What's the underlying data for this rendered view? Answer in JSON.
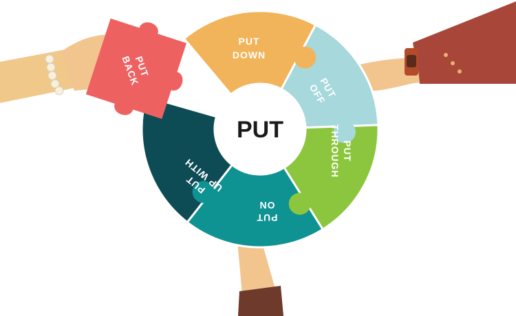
{
  "center": {
    "label": "PUT"
  },
  "pieces": {
    "put_down": {
      "line1": "PUT",
      "line2": "DOWN",
      "color": "#F2B45A"
    },
    "put_off": {
      "line1": "PUT",
      "line2": "OFF",
      "color": "#A6D8DC"
    },
    "put_through": {
      "line1": "PUT",
      "line2": "THROUGH",
      "color": "#8CC63E"
    },
    "put_on": {
      "line1": "PUT",
      "line2": "ON",
      "color": "#0F9292"
    },
    "put_up_with": {
      "line1": "PUT",
      "line2": "UP WITH",
      "color": "#0E4C55"
    },
    "put_back": {
      "line1": "PUT",
      "line2": "BACK",
      "color": "#EE6161"
    }
  },
  "colors": {
    "center_text": "#1A1A1A",
    "skin": "#F3C58E",
    "sleeve_left": "#F0C98A",
    "sleeve_right": "#A9463A",
    "sleeve_bottom": "#6E3A2B",
    "watch": "#B34A2A"
  }
}
